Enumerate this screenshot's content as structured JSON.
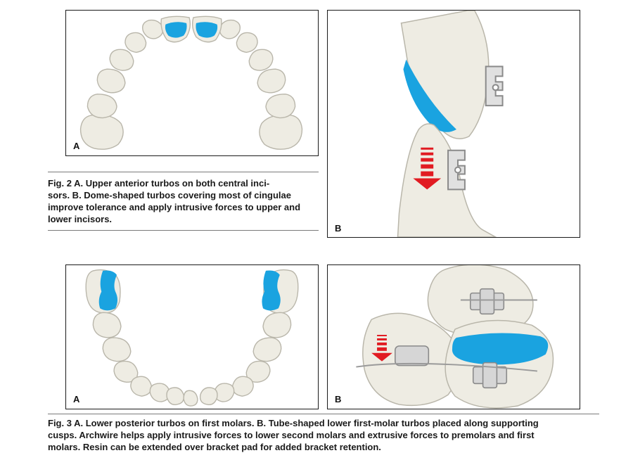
{
  "fig2": {
    "panel_a_label": "A",
    "panel_b_label": "B",
    "caption_line1": "Fig. 2  A. Upper anterior turbos on both central inci-",
    "caption_line2": "sors.  B. Dome-shaped turbos covering most of cingulae",
    "caption_line3": "improve tolerance and apply intrusive forces to upper and",
    "caption_line4": "lower incisors."
  },
  "fig3": {
    "panel_a_label": "A",
    "panel_b_label": "B",
    "caption_line1": "Fig. 3  A. Lower posterior turbos on first molars.  B. Tube-shaped lower first-molar turbos placed along supporting",
    "caption_line2": "cusps. Archwire helps apply intrusive forces to lower second molars and extrusive forces to premolars and first",
    "caption_line3": "molars. Resin can be extended over bracket pad for added bracket retention."
  },
  "colors": {
    "turbo_blue": "#1aa3e0",
    "tooth_fill": "#eeece3",
    "tooth_stroke": "#b9b6aa",
    "force_arrow_red": "#e11b22",
    "bracket_gray": "#c9c9c9"
  },
  "icons": [
    "upper-arch-illustration",
    "incisor-bite-illustration",
    "lower-arch-illustration",
    "molar-bracket-illustration",
    "down-arrow-icon"
  ]
}
